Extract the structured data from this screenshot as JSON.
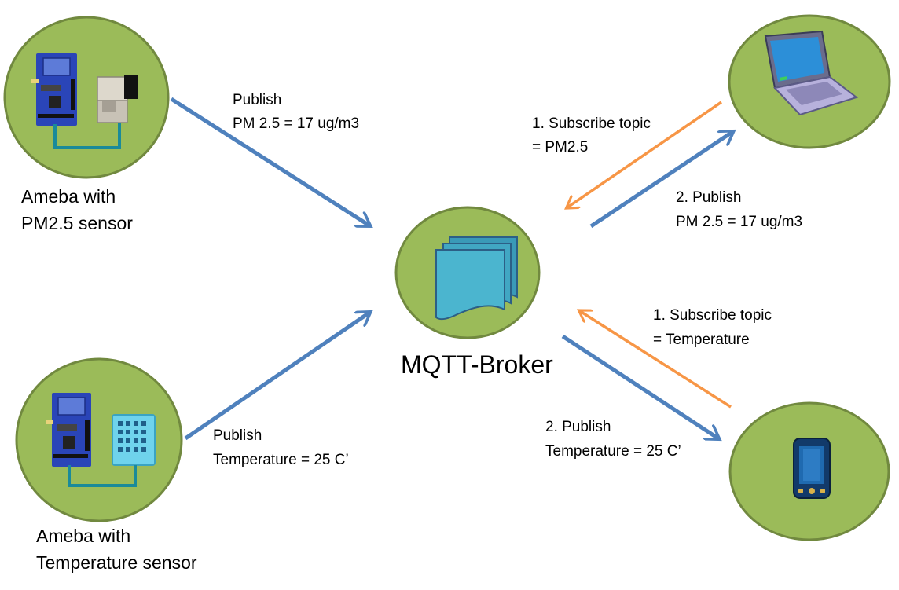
{
  "diagram": {
    "colors": {
      "node_fill": "#9bbb59",
      "node_stroke": "#71893f",
      "publish_arrow": "#4f81bd",
      "subscribe_arrow": "#f79646"
    },
    "nodes": {
      "pm_sensor": {
        "label_line1": "Ameba with",
        "label_line2": "PM2.5 sensor",
        "icons": [
          "ameba-board-icon",
          "pm25-sensor-icon"
        ]
      },
      "temp_sensor": {
        "label_line1": "Ameba with",
        "label_line2": "Temperature sensor",
        "icons": [
          "ameba-board-icon",
          "temperature-sensor-icon"
        ]
      },
      "broker": {
        "label": "MQTT-Broker",
        "icons": [
          "document-stack-icon"
        ]
      },
      "laptop": {
        "icons": [
          "laptop-icon"
        ]
      },
      "phone": {
        "icons": [
          "smartphone-icon"
        ]
      }
    },
    "edges": {
      "pm_publish": {
        "line1": "Publish",
        "line2": "PM 2.5 = 17 ug/m3"
      },
      "temp_publish": {
        "line1": "Publish",
        "line2": "Temperature = 25 C’"
      },
      "laptop_subscribe": {
        "line1": "1. Subscribe topic",
        "line2": "= PM2.5"
      },
      "laptop_publish": {
        "line1": "2. Publish",
        "line2": "PM 2.5 = 17 ug/m3"
      },
      "phone_subscribe": {
        "line1": "1. Subscribe topic",
        "line2": "= Temperature"
      },
      "phone_publish": {
        "line1": "2. Publish",
        "line2": "Temperature = 25 C’"
      }
    }
  }
}
